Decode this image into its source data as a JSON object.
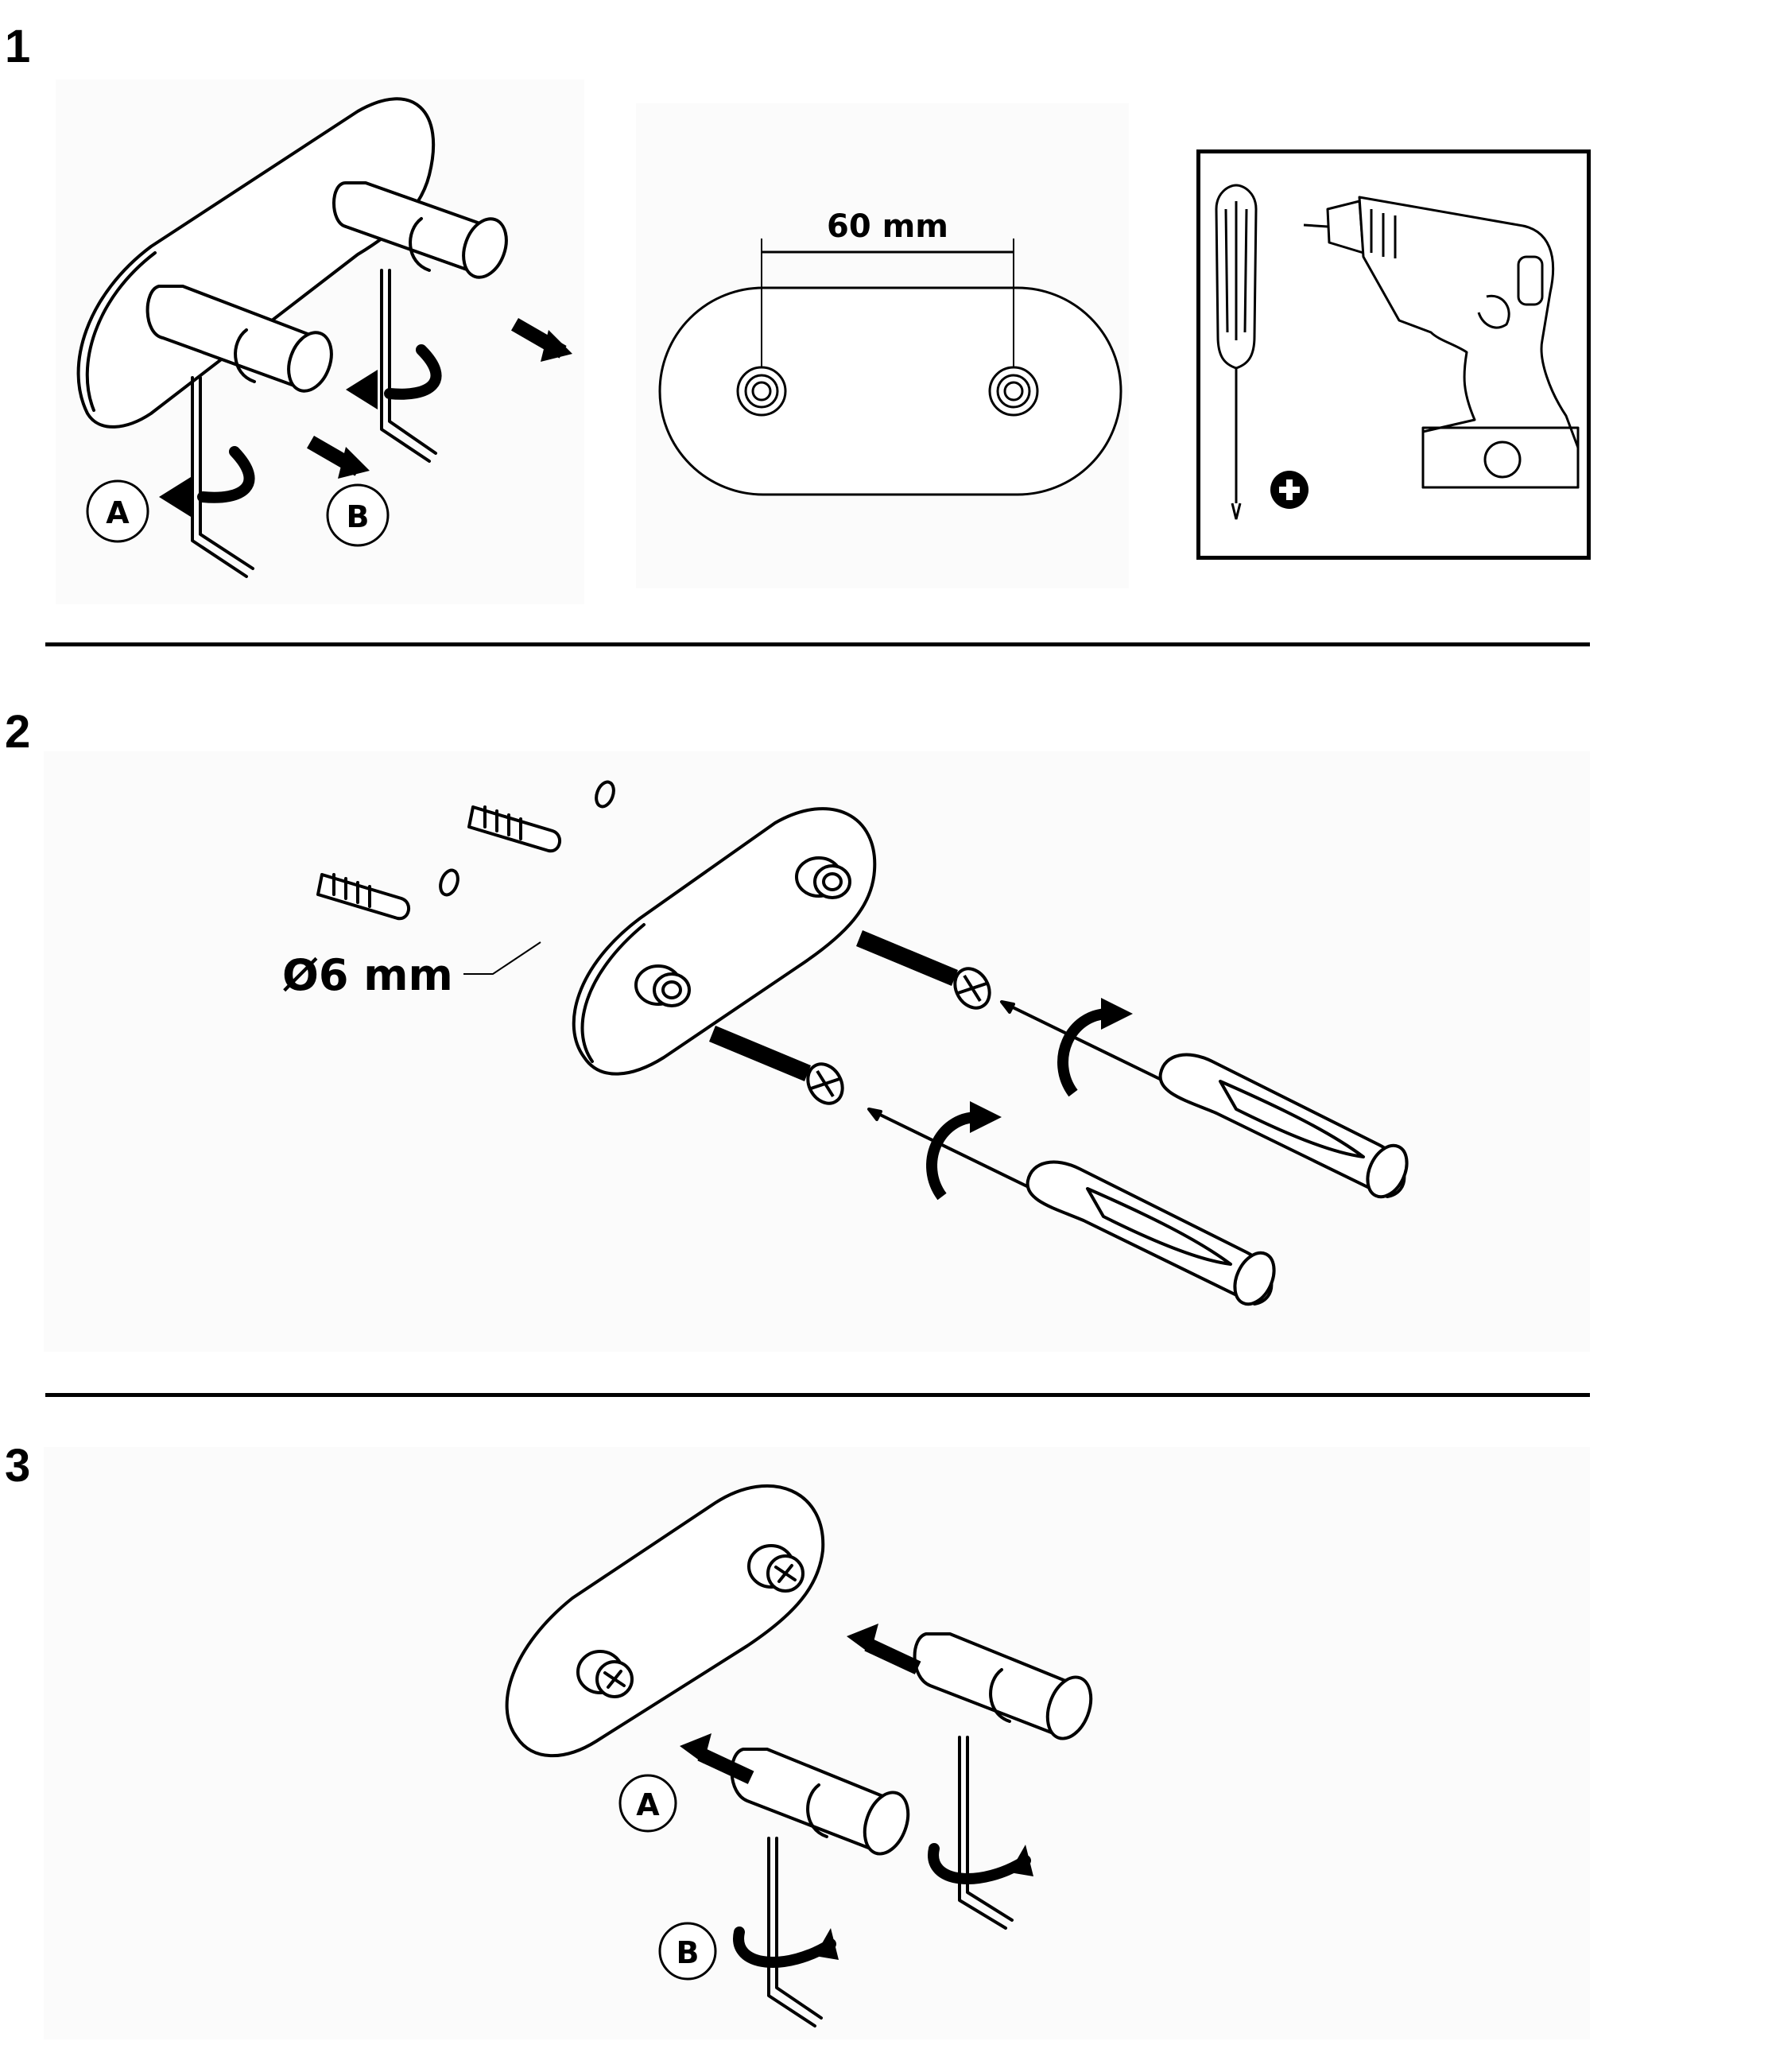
{
  "steps": [
    {
      "number": "1"
    },
    {
      "number": "2"
    },
    {
      "number": "3"
    }
  ],
  "step1": {
    "label_a": "A",
    "label_b": "B",
    "dimension": "60 mm"
  },
  "step2": {
    "drill_size": "Ø6 mm"
  },
  "step3": {
    "label_a": "A",
    "label_b": "B"
  },
  "colors": {
    "ink": "#000000",
    "panel_bg": "#fbfbfb"
  }
}
